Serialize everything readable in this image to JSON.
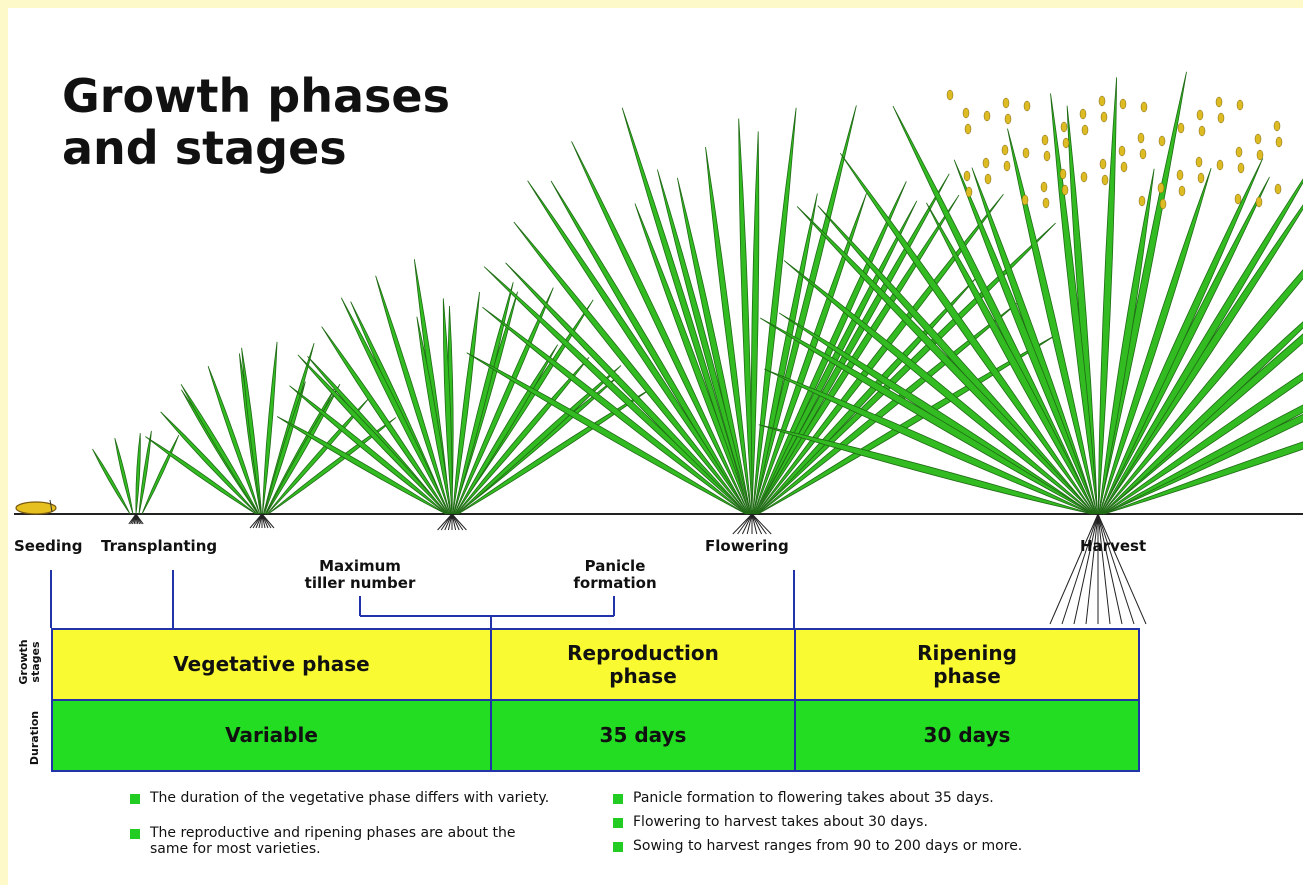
{
  "title_line1": "Growth phases",
  "title_line2": "and stages",
  "stages": {
    "seeding": "Seeding",
    "transplanting": "Transplanting",
    "flowering": "Flowering",
    "harvest": "Harvest"
  },
  "events": {
    "max_tiller_1": "Maximum",
    "max_tiller_2": "tiller number",
    "panicle_1": "Panicle",
    "panicle_2": "formation"
  },
  "table": {
    "row1_header": "Growth\nstages",
    "row2_header": "Duration",
    "vegetative": "Vegetative phase",
    "reproduction_1": "Reproduction",
    "reproduction_2": "phase",
    "ripening_1": "Ripening",
    "ripening_2": "phase",
    "variable": "Variable",
    "repro_days": "35 days",
    "ripen_days": "30 days"
  },
  "notes_left": [
    "The duration of the vegetative phase differs with variety.",
    "The reproductive and ripening phases are about the same for most varieties."
  ],
  "notes_right": [
    "Panicle formation to flowering takes about 35 days.",
    "Flowering to harvest takes about 30 days.",
    "Sowing to harvest ranges from 90 to 200 days or more."
  ],
  "colors": {
    "yellow_row": "#fafa33",
    "green_row": "#22dd22",
    "grid_line": "#2233aa",
    "leaf_green": "#33bb22",
    "grain_yellow": "#ddbb22"
  }
}
